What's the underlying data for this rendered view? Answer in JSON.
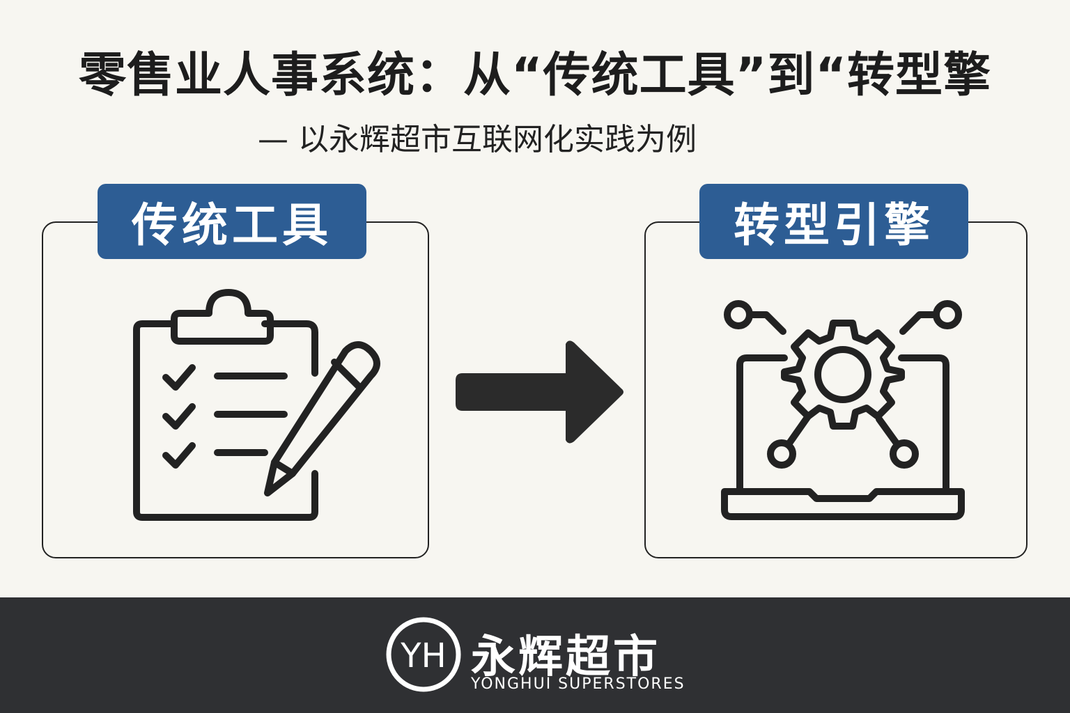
{
  "header": {
    "title": "零售业人事系统：从“传统工具”到“转型擎",
    "subtitle": "— 以永辉超市互联网化实践为例"
  },
  "left_panel": {
    "label": "传统工具",
    "icon": "clipboard-checklist-pencil-icon"
  },
  "right_panel": {
    "label": "转型引擎",
    "icon": "laptop-gear-network-icon"
  },
  "arrow": {
    "icon": "arrow-right-icon"
  },
  "footer": {
    "logo_mark": "YH",
    "brand_cn": "永辉超市",
    "brand_en": "YONGHUI SUPERSTORES"
  },
  "colors": {
    "background": "#f7f6f1",
    "badge": "#2d5d94",
    "footer": "#2f3033",
    "ink": "#222222"
  }
}
